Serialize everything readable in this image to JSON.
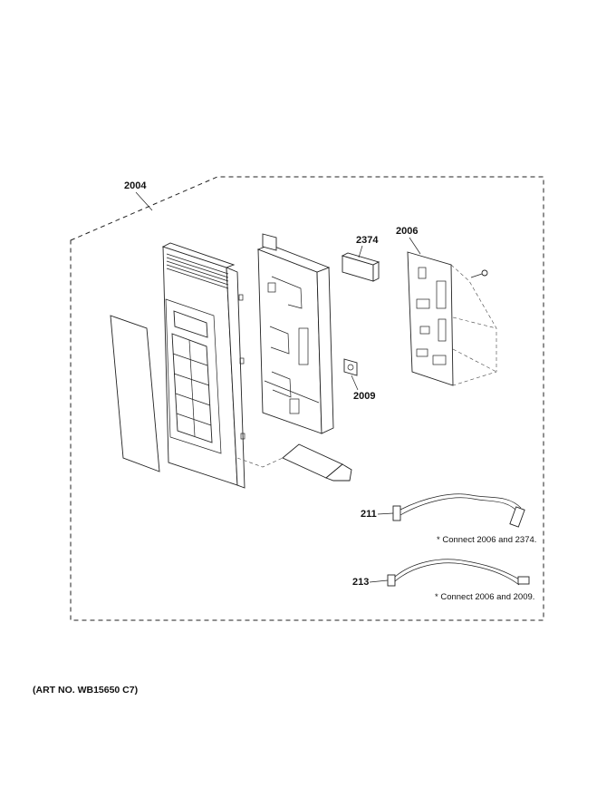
{
  "callouts": {
    "c2004": "2004",
    "c2374": "2374",
    "c2006": "2006",
    "c2009": "2009",
    "c211": "211",
    "c213": "213"
  },
  "notes": {
    "n211": "* Connect 2006 and 2374.",
    "n213": "* Connect 2006 and 2009."
  },
  "art_number": "(ART NO. WB15650 C7)"
}
